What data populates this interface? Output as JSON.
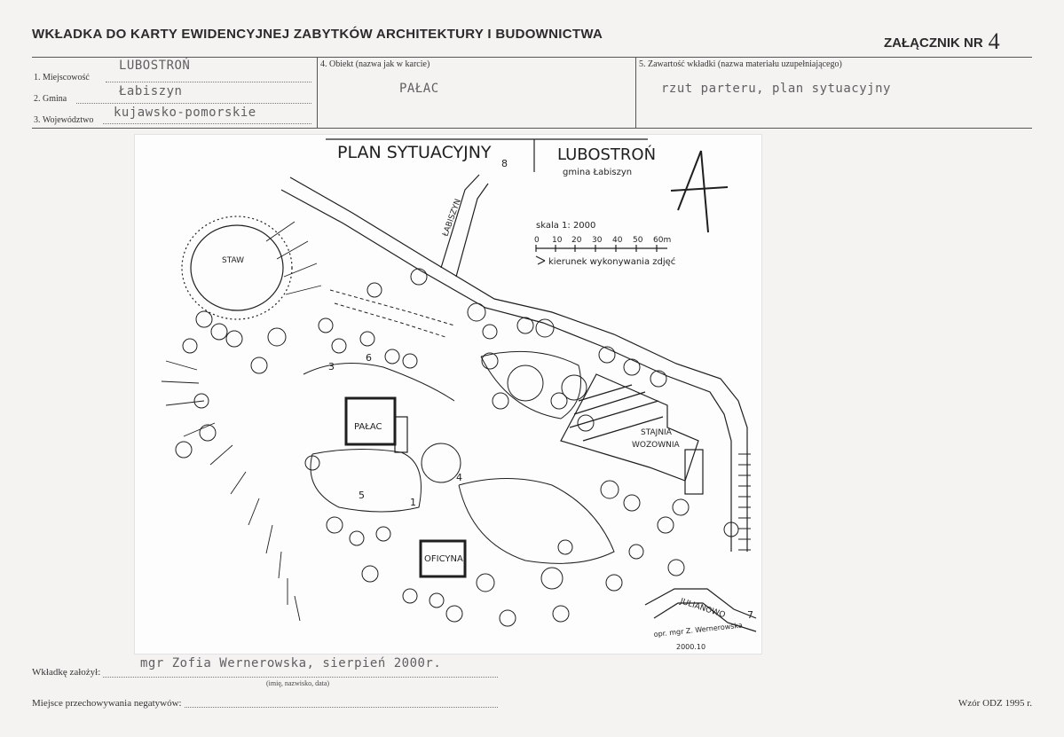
{
  "header": {
    "title": "WKŁADKA DO KARTY EWIDENCYJNEJ ZABYTKÓW ARCHITEKTURY I BUDOWNICTWA",
    "annex_label": "ZAŁĄCZNIK NR",
    "annex_number": "4"
  },
  "fields": {
    "miejscowosc": {
      "label": "1. Miejscowość",
      "value": "LUBOSTROŃ"
    },
    "gmina": {
      "label": "2. Gmina",
      "value": "Łabiszyn"
    },
    "wojewodztwo": {
      "label": "3. Województwo",
      "value": "kujawsko-pomorskie"
    },
    "obiekt": {
      "label": "4. Obiekt  (nazwa jak w karcie)",
      "value": "PAŁAC"
    },
    "zawartosc": {
      "label": "5. Zawartość wkładki  (nazwa materiału uzupełniającego)",
      "value": "rzut parteru, plan sytuacyjny"
    }
  },
  "plan": {
    "title": "PLAN SYTUACYJNY",
    "place": "LUBOSTROŃ",
    "commune": "gmina Łabiszyn",
    "scale_label": "skala  1: 2000",
    "scale_ticks": [
      "0",
      "10",
      "20",
      "30",
      "40",
      "50",
      "60m"
    ],
    "photo_note": "kierunek wykonywania zdjęć",
    "road_labisyn": "ŁABISZYN",
    "road_julianowo": "JULIANOWO",
    "staw": "STAW",
    "palac": "PAŁAC",
    "oficyna": "OFICYNA",
    "stajnia_1": "STAJNIA",
    "stajnia_2": "WOZOWNIA",
    "author_1": "opr. mgr Z. Wernerowska",
    "author_2": "2000.10",
    "photo_points": [
      "1",
      "3",
      "4",
      "5",
      "6",
      "7",
      "8"
    ]
  },
  "footer": {
    "author_label": "Wkładkę założył:",
    "author_value": "mgr Zofia Wernerowska, sierpień 2000r.",
    "author_hint": "(imię, nazwisko, data)",
    "negatives_label": "Miejsce przechowywania negatywów:",
    "form_id": "Wzór ODZ 1995 r."
  }
}
